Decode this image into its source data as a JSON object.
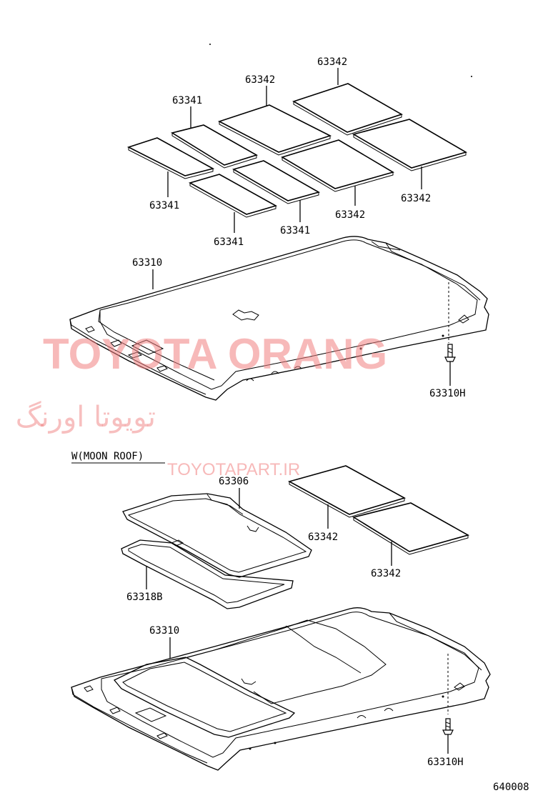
{
  "labels": {
    "pad_63342_top": "63342",
    "pad_63342_left": "63342",
    "pad_63341_top": "63341",
    "pad_63341_left": "63341",
    "pad_63342_right": "63342",
    "pad_63342_mid": "63342",
    "pad_63341_bottom": "63341",
    "pad_63341_mid": "63341",
    "headlining_1": "63310",
    "clip_1": "63310H",
    "moon_roof_title": "W(MOON ROOF)",
    "sunshade": "63306",
    "pad_63342_mr1": "63342",
    "pad_63342_mr2": "63342",
    "garnish": "63318B",
    "headlining_2": "63310",
    "clip_2": "63310H",
    "diagram_code": "640008"
  },
  "watermark": {
    "latin": "TOYOTA ORANG",
    "persian": "تویوتا اورنگ",
    "url": "TOYOTAPART.IR",
    "color": "#f08080"
  }
}
